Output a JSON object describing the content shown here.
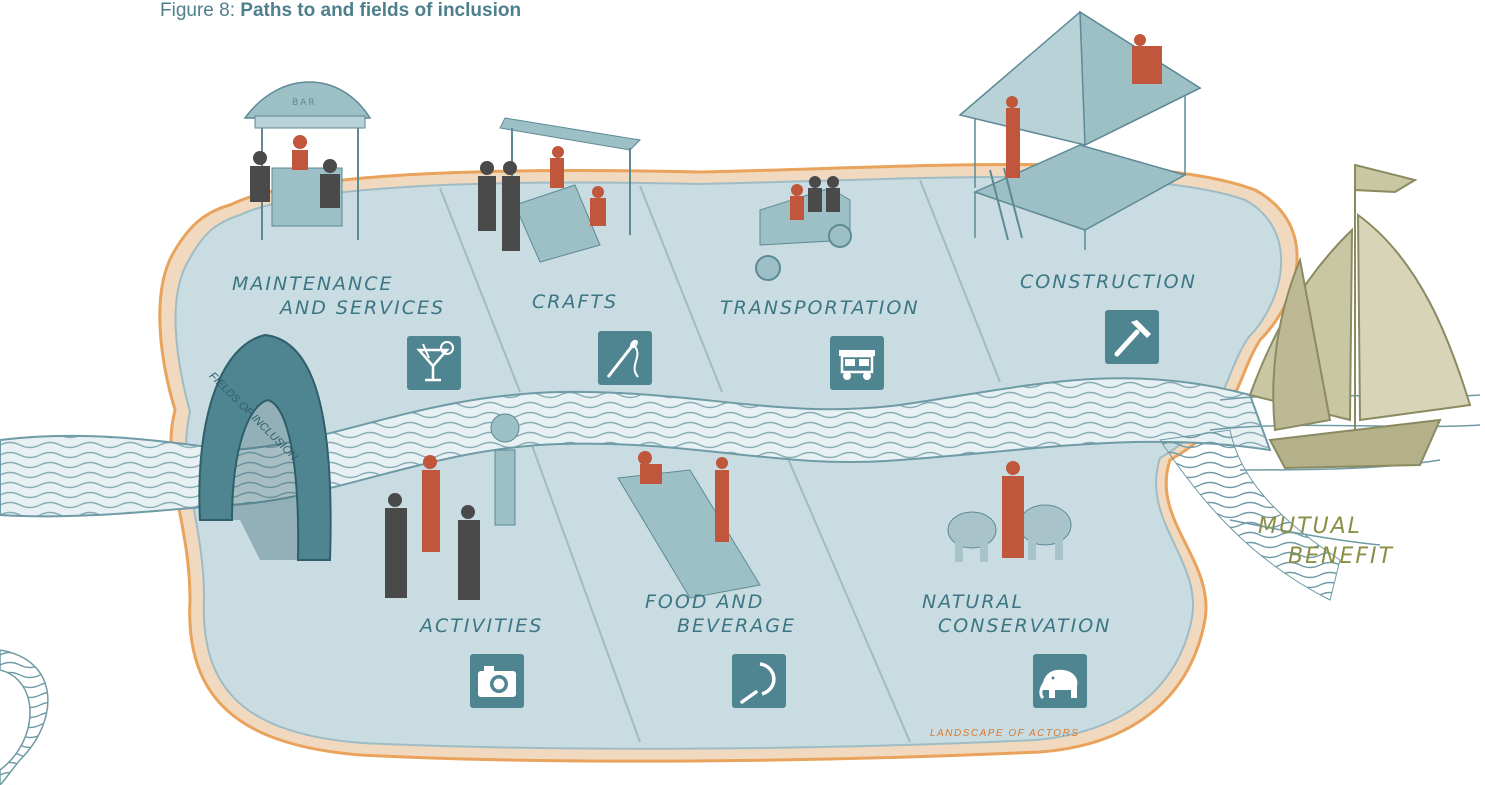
{
  "figure": {
    "caption_prefix": "Figure 8:",
    "caption_title": "Paths to and fields of inclusion"
  },
  "fields": [
    {
      "id": "maintenance",
      "label_line1": "MAINTENANCE",
      "label_line2": "AND SERVICES",
      "icon": "cocktail-icon"
    },
    {
      "id": "crafts",
      "label_line1": "CRAFTS",
      "label_line2": "",
      "icon": "needle-thread-icon"
    },
    {
      "id": "transportation",
      "label_line1": "TRANSPORTATION",
      "label_line2": "",
      "icon": "tuk-tuk-icon"
    },
    {
      "id": "construction",
      "label_line1": "CONSTRUCTION",
      "label_line2": "",
      "icon": "hammer-icon"
    },
    {
      "id": "activities",
      "label_line1": "ACTIVITIES",
      "label_line2": "",
      "icon": "camera-icon"
    },
    {
      "id": "food",
      "label_line1": "FOOD AND",
      "label_line2": "BEVERAGE",
      "icon": "sickle-icon"
    },
    {
      "id": "conservation",
      "label_line1": "NATURAL",
      "label_line2": "CONSERVATION",
      "icon": "elephant-icon"
    }
  ],
  "arch": {
    "label": "FIELDS OF INCLUSION"
  },
  "mutual_benefit": {
    "line1": "MUTUAL",
    "line2": "BENEFIT"
  },
  "landscape_label": "LANDSCAPE OF ACTORS",
  "bar_sign": "BAR",
  "colors": {
    "island": "#c9dce2",
    "island_edge": "#e9a35c",
    "outline": "#9fbcc4",
    "river": "#e7f0f2",
    "river_line": "#6f9ba6",
    "tile": "#4f8591",
    "label": "#3c7684",
    "accent_figure": "#c0563b",
    "dark_figure": "#4a4a4a",
    "boat": "#c9c6a4",
    "mutual": "#8a8f45",
    "landscape": "#d9782f"
  }
}
